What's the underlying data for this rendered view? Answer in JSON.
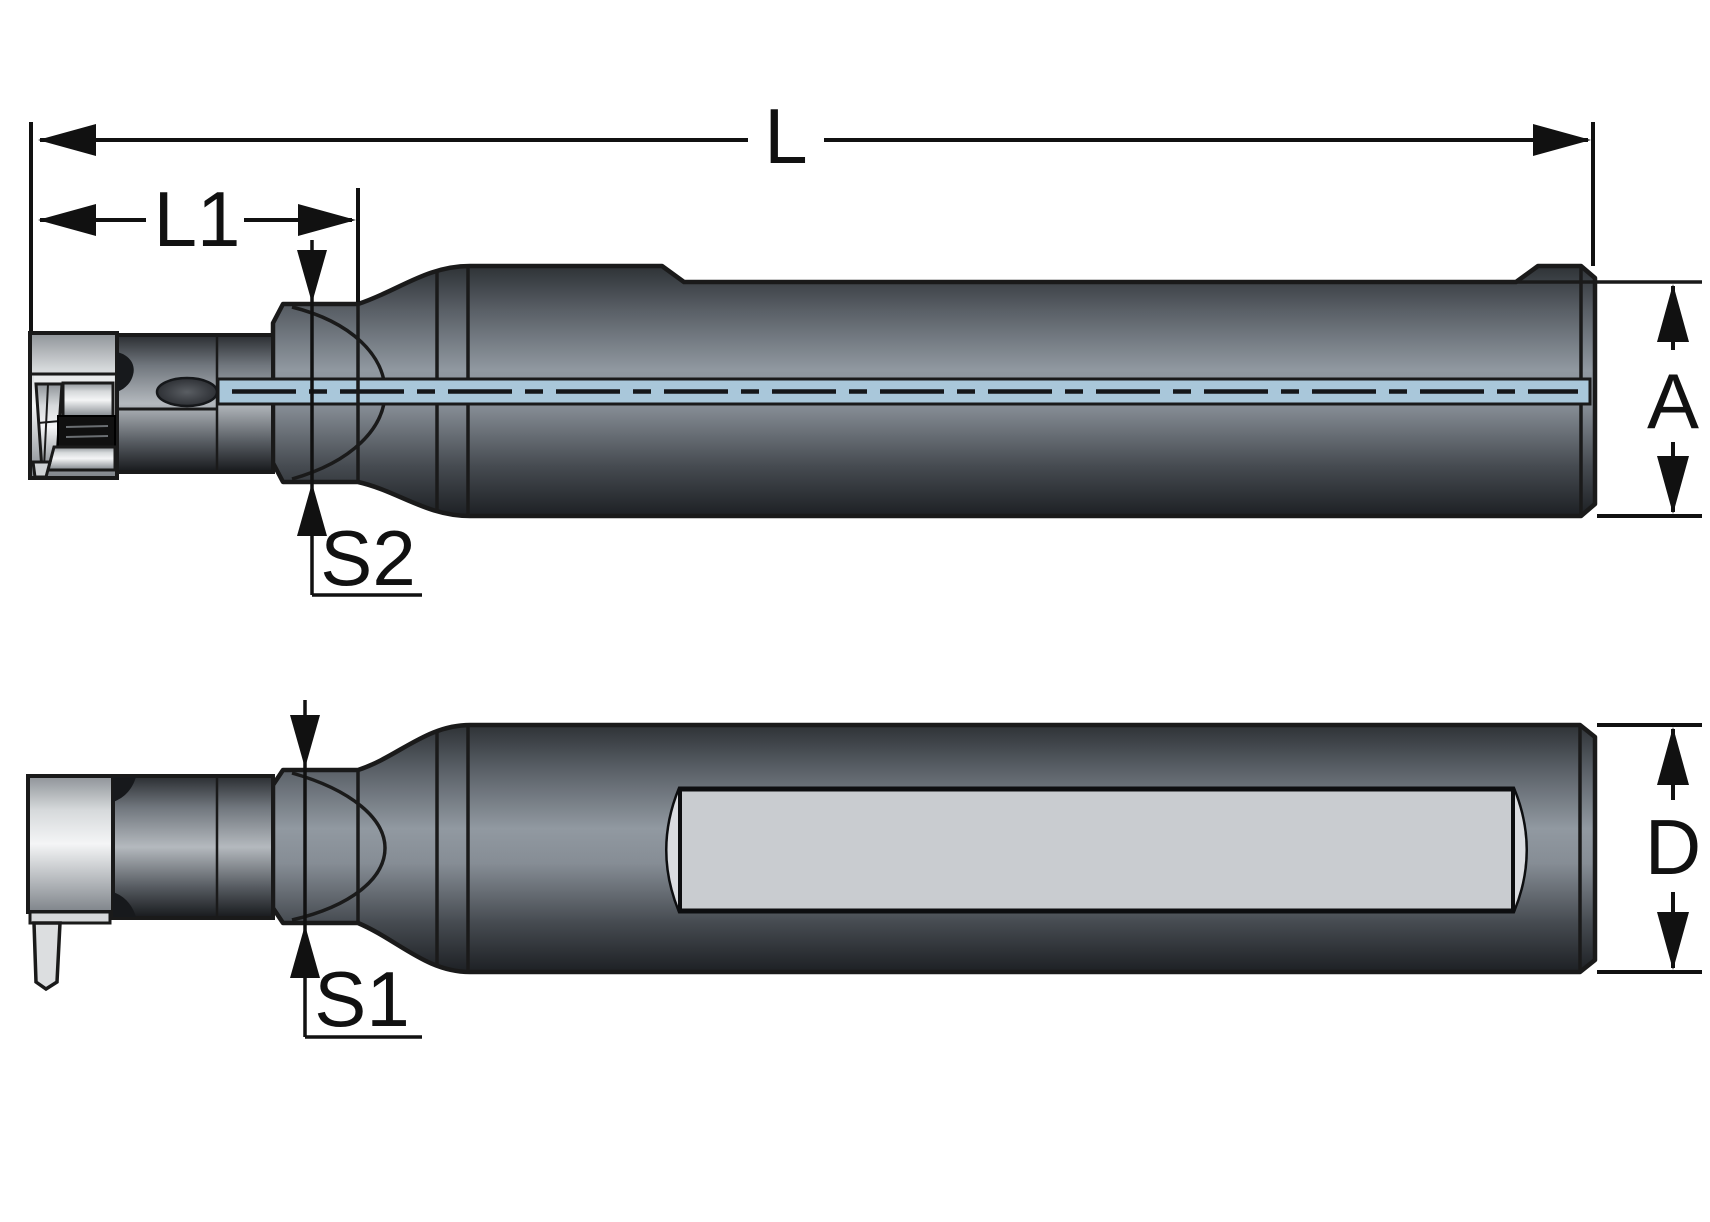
{
  "figure": {
    "type": "technical-dimension-drawing",
    "views": {
      "top": "side view with internal coolant channel",
      "bottom": "flat-side view with shank flat"
    }
  },
  "dimensions": {
    "L": {
      "label": "L"
    },
    "L1": {
      "label": "L1"
    },
    "S2": {
      "label": "S2"
    },
    "A": {
      "label": "A"
    },
    "S1": {
      "label": "S1"
    },
    "D": {
      "label": "D"
    }
  },
  "colors": {
    "coolant_channel": "#a9c7da",
    "outline": "#1a1a1a",
    "flat_face": "#c9ccd0",
    "flat_face_cap": "#dadce0",
    "insert_black": "#101010",
    "background": "#ffffff"
  }
}
